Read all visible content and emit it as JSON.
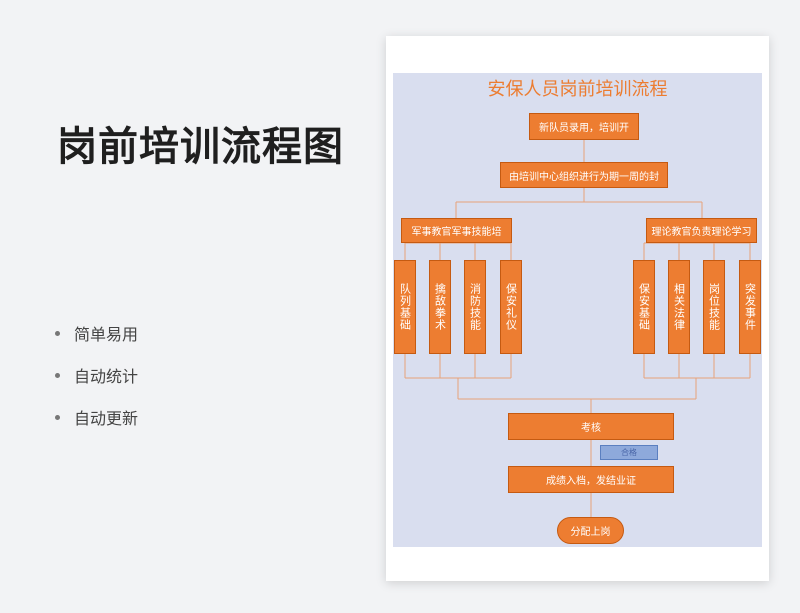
{
  "hero": {
    "title": "岗前培训流程图"
  },
  "features": [
    "简单易用",
    "自动统计",
    "自动更新"
  ],
  "flowchart": {
    "title": "安保人员岗前培训流程",
    "step1": "新队员录用，培训开",
    "step2": "由培训中心组织进行为期一周的封",
    "branch_left": "军事教官军事技能培",
    "branch_right": "理论教官负责理论学习",
    "left_items": [
      "队列基础",
      "擒敌拳术",
      "消防技能",
      "保安礼仪"
    ],
    "right_items": [
      "保安基础",
      "相关法律",
      "岗位技能",
      "突发事件"
    ],
    "exam": "考核",
    "pass": "合格",
    "record": "成绩入档，发结业证",
    "final": "分配上岗"
  },
  "colors": {
    "box_fill": "#ed7d31",
    "chart_bg": "#d9deef",
    "title": "#ec7c30",
    "pass_tag": "#8ea9db"
  }
}
